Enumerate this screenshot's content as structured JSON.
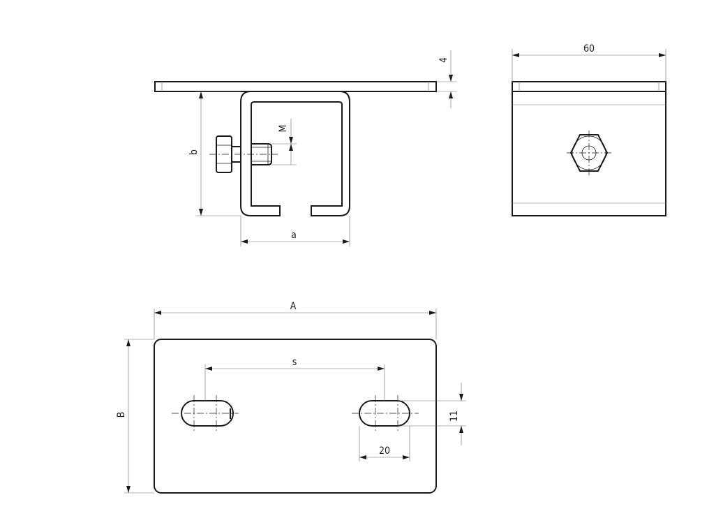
{
  "dimensions": {
    "plate_thickness": "4",
    "side_width": "60",
    "bolt_size": "M",
    "channel_height": "b",
    "channel_width": "a",
    "plate_length": "A",
    "plate_width": "B",
    "slot_spacing": "s",
    "slot_width": "11",
    "slot_length": "20"
  }
}
